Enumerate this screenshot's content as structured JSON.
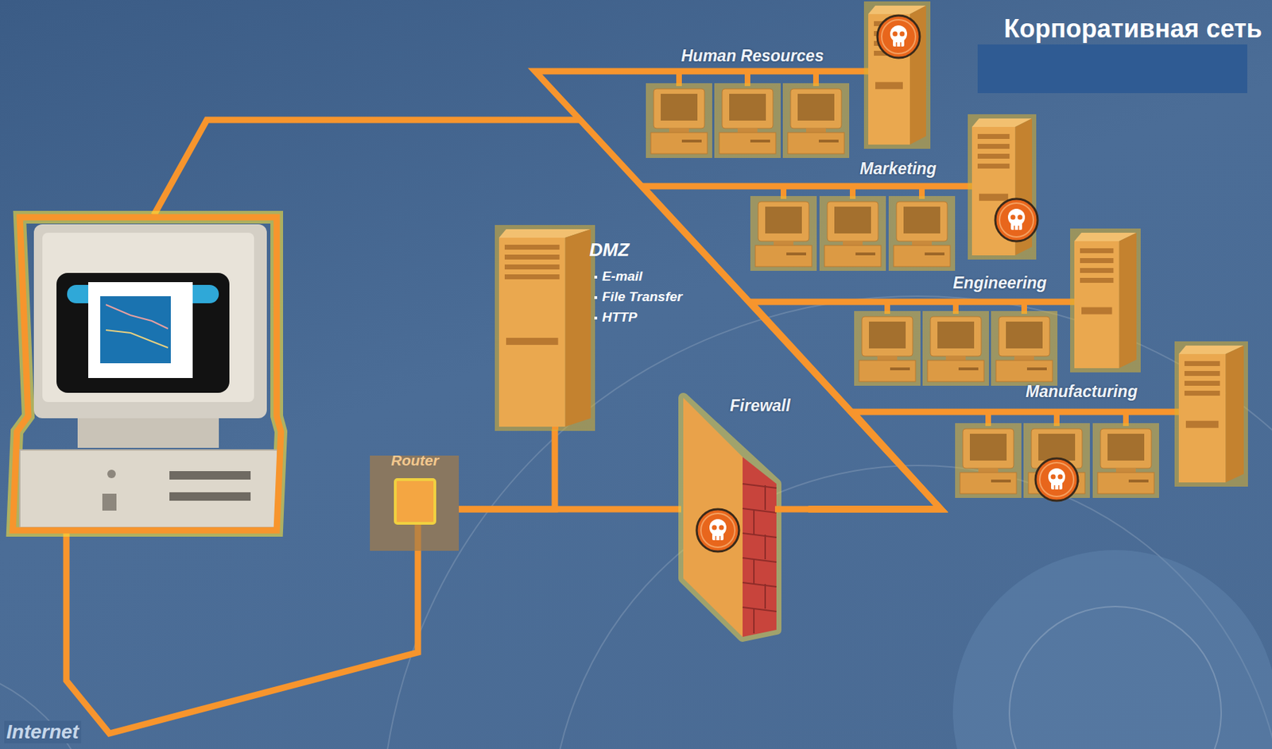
{
  "diagram": {
    "title": "Корпоративная сеть",
    "nodes": [
      {
        "text": [
          "Router"
        ]
      },
      {
        "text": [
          "DMZ",
          "E-mail",
          "File Transfer",
          "HTTP"
        ]
      },
      {
        "text": [
          "Firewall"
        ]
      },
      {
        "text": [
          "Human Resources"
        ]
      },
      {
        "text": [
          "Marketing"
        ]
      },
      {
        "text": [
          "Engineering"
        ]
      },
      {
        "text": [
          "Manufacturing"
        ]
      }
    ],
    "edges": [
      {
        "from": 0,
        "to": 1,
        "arrow": "none"
      },
      {
        "from": 0,
        "to": 2,
        "arrow": "none"
      },
      {
        "from": 2,
        "to": 3,
        "arrow": "none"
      },
      {
        "from": 2,
        "to": 4,
        "arrow": "none"
      },
      {
        "from": 2,
        "to": 5,
        "arrow": "none"
      },
      {
        "from": 2,
        "to": 6,
        "arrow": "none"
      }
    ],
    "labels": [
      "Internet"
    ]
  }
}
